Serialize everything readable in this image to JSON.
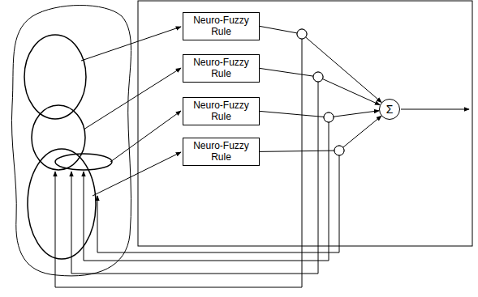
{
  "diagram": {
    "nodes": [
      {
        "text": [
          "Neuro-Fuzzy Rule"
        ]
      },
      {
        "text": [
          "Neuro-Fuzzy Rule"
        ]
      },
      {
        "text": [
          "Neuro-Fuzzy Rule"
        ]
      },
      {
        "text": [
          "Neuro-Fuzzy Rule"
        ]
      },
      {
        "text": [
          "Σ"
        ]
      }
    ],
    "edges": [
      {
        "from": 0,
        "to": 4,
        "arrow": "to"
      },
      {
        "from": 1,
        "to": 4,
        "arrow": "to"
      },
      {
        "from": 2,
        "to": 4,
        "arrow": "to"
      },
      {
        "from": 3,
        "to": 4,
        "arrow": "to"
      }
    ]
  }
}
